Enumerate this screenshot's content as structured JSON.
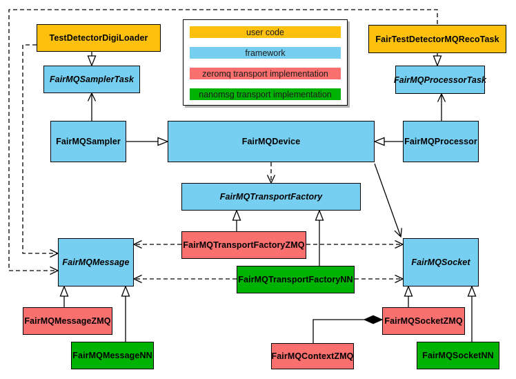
{
  "diagram_type": "uml-class-diagram",
  "colors": {
    "user_code": "#FCC00D",
    "framework": "#76CEF0",
    "zeromq": "#F9706E",
    "nanomsg": "#00B204",
    "line": "#000000",
    "background": "#FFFFFF"
  },
  "legend": {
    "items": [
      {
        "label": "user code"
      },
      {
        "label": "framework"
      },
      {
        "label": "zeromq transport implementation"
      },
      {
        "label": "nanomsg transport implementation"
      }
    ]
  },
  "nodes": {
    "testDetectorDigiLoader": {
      "label": "TestDetectorDigiLoader",
      "category": "user code",
      "abstract": false
    },
    "fairTestDetectorMQRecoTask": {
      "label": "FairTestDetectorMQRecoTask",
      "category": "user code",
      "abstract": false
    },
    "fairMQSamplerTask": {
      "label": "FairMQSamplerTask",
      "category": "framework",
      "abstract": true
    },
    "fairMQProcessorTask": {
      "label": "FairMQProcessorTask",
      "category": "framework",
      "abstract": true
    },
    "fairMQSampler": {
      "label": "FairMQSampler",
      "category": "framework",
      "abstract": false
    },
    "fairMQDevice": {
      "label": "FairMQDevice",
      "category": "framework",
      "abstract": false
    },
    "fairMQProcessor": {
      "label": "FairMQProcessor",
      "category": "framework",
      "abstract": false
    },
    "fairMQTransportFactory": {
      "label": "FairMQTransportFactory",
      "category": "framework",
      "abstract": true
    },
    "fairMQTransportFactoryZMQ": {
      "label": "FairMQTransportFactoryZMQ",
      "category": "zeromq",
      "abstract": false
    },
    "fairMQTransportFactoryNN": {
      "label": "FairMQTransportFactoryNN",
      "category": "nanomsg",
      "abstract": false
    },
    "fairMQMessage": {
      "label": "FairMQMessage",
      "category": "framework",
      "abstract": true
    },
    "fairMQSocket": {
      "label": "FairMQSocket",
      "category": "framework",
      "abstract": true
    },
    "fairMQMessageZMQ": {
      "label": "FairMQMessageZMQ",
      "category": "zeromq",
      "abstract": false
    },
    "fairMQMessageNN": {
      "label": "FairMQMessageNN",
      "category": "nanomsg",
      "abstract": false
    },
    "fairMQSocketZMQ": {
      "label": "FairMQSocketZMQ",
      "category": "zeromq",
      "abstract": false
    },
    "fairMQContextZMQ": {
      "label": "FairMQContextZMQ",
      "category": "zeromq",
      "abstract": false
    },
    "fairMQSocketNN": {
      "label": "FairMQSocketNN",
      "category": "nanomsg",
      "abstract": false
    }
  },
  "edges": [
    {
      "from": "TestDetectorDigiLoader",
      "to": "FairMQSamplerTask",
      "type": "inheritance"
    },
    {
      "from": "FairTestDetectorMQRecoTask",
      "to": "FairMQProcessorTask",
      "type": "inheritance"
    },
    {
      "from": "FairMQSampler",
      "to": "FairMQDevice",
      "type": "inheritance"
    },
    {
      "from": "FairMQProcessor",
      "to": "FairMQDevice",
      "type": "inheritance"
    },
    {
      "from": "FairMQTransportFactoryZMQ",
      "to": "FairMQTransportFactory",
      "type": "inheritance"
    },
    {
      "from": "FairMQTransportFactoryNN",
      "to": "FairMQTransportFactory",
      "type": "inheritance"
    },
    {
      "from": "FairMQMessageZMQ",
      "to": "FairMQMessage",
      "type": "inheritance"
    },
    {
      "from": "FairMQMessageNN",
      "to": "FairMQMessage",
      "type": "inheritance"
    },
    {
      "from": "FairMQSocketZMQ",
      "to": "FairMQSocket",
      "type": "inheritance"
    },
    {
      "from": "FairMQSocketNN",
      "to": "FairMQSocket",
      "type": "inheritance"
    },
    {
      "from": "FairMQSampler",
      "to": "FairMQSamplerTask",
      "type": "association"
    },
    {
      "from": "FairMQProcessor",
      "to": "FairMQProcessorTask",
      "type": "association"
    },
    {
      "from": "FairMQDevice",
      "to": "FairMQSocket",
      "type": "association"
    },
    {
      "from": "FairMQDevice",
      "to": "FairMQTransportFactory",
      "type": "dependency"
    },
    {
      "from": "FairMQTransportFactoryZMQ",
      "to": "FairMQMessage",
      "type": "dependency"
    },
    {
      "from": "FairMQTransportFactoryZMQ",
      "to": "FairMQSocket",
      "type": "dependency"
    },
    {
      "from": "FairMQTransportFactoryNN",
      "to": "FairMQMessage",
      "type": "dependency"
    },
    {
      "from": "FairMQTransportFactoryNN",
      "to": "FairMQSocket",
      "type": "dependency"
    },
    {
      "from": "TestDetectorDigiLoader",
      "to": "FairMQMessage",
      "type": "dependency"
    },
    {
      "from": "FairTestDetectorMQRecoTask",
      "to": "FairMQMessage",
      "type": "dependency"
    },
    {
      "from": "FairMQContextZMQ",
      "to": "FairMQSocketZMQ",
      "type": "composition"
    }
  ]
}
